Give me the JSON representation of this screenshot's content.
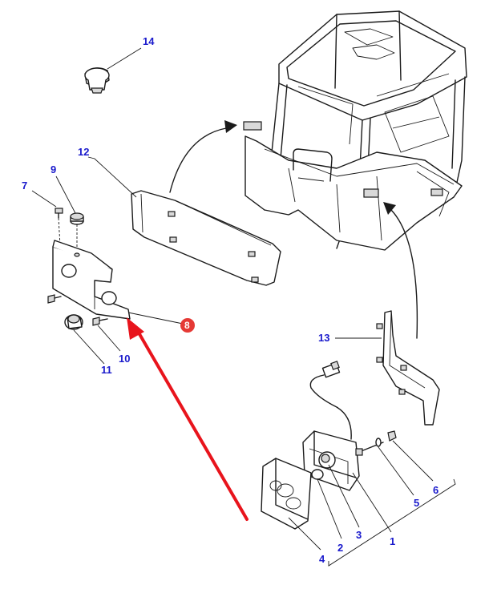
{
  "colors": {
    "callout_text": "#1a1acc",
    "highlight_badge": "#e53935",
    "highlight_arrow": "#e8141c",
    "line": "#1a1a1a"
  },
  "callouts": [
    {
      "id": "14",
      "label": "14"
    },
    {
      "id": "12",
      "label": "12"
    },
    {
      "id": "9",
      "label": "9"
    },
    {
      "id": "7",
      "label": "7"
    },
    {
      "id": "8",
      "label": "8",
      "highlighted": true
    },
    {
      "id": "10",
      "label": "10"
    },
    {
      "id": "11",
      "label": "11"
    },
    {
      "id": "13",
      "label": "13"
    },
    {
      "id": "5",
      "label": "5"
    },
    {
      "id": "6",
      "label": "6"
    },
    {
      "id": "1",
      "label": "1"
    },
    {
      "id": "3",
      "label": "3"
    },
    {
      "id": "2",
      "label": "2"
    },
    {
      "id": "4",
      "label": "4"
    }
  ]
}
